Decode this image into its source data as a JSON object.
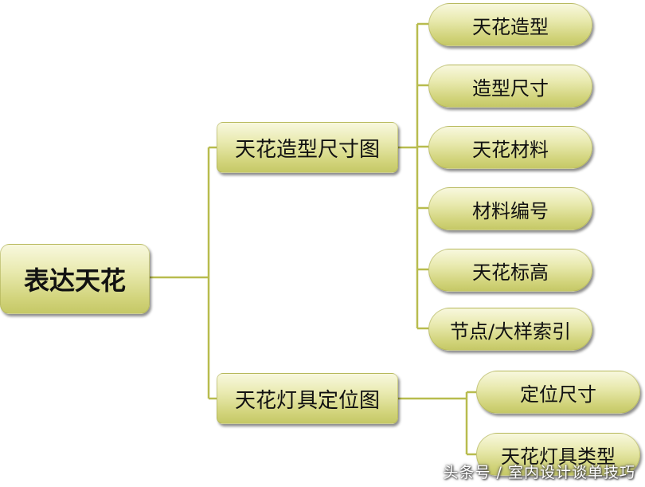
{
  "root": {
    "label": "表达天花"
  },
  "branches": [
    {
      "label": "天花造型尺寸图",
      "children": [
        "天花造型",
        "造型尺寸",
        "天花材料",
        "材料编号",
        "天花标高",
        "节点/大样索引"
      ]
    },
    {
      "label": "天花灯具定位图",
      "children": [
        "定位尺寸",
        "天花灯具类型"
      ]
    }
  ],
  "watermark": {
    "text": "头条号 / 室内设计谈单技巧"
  },
  "colors": {
    "node_fill_light": "#f8f8de",
    "node_fill_dark": "#c5c866",
    "connector": "#b8bc4e"
  }
}
